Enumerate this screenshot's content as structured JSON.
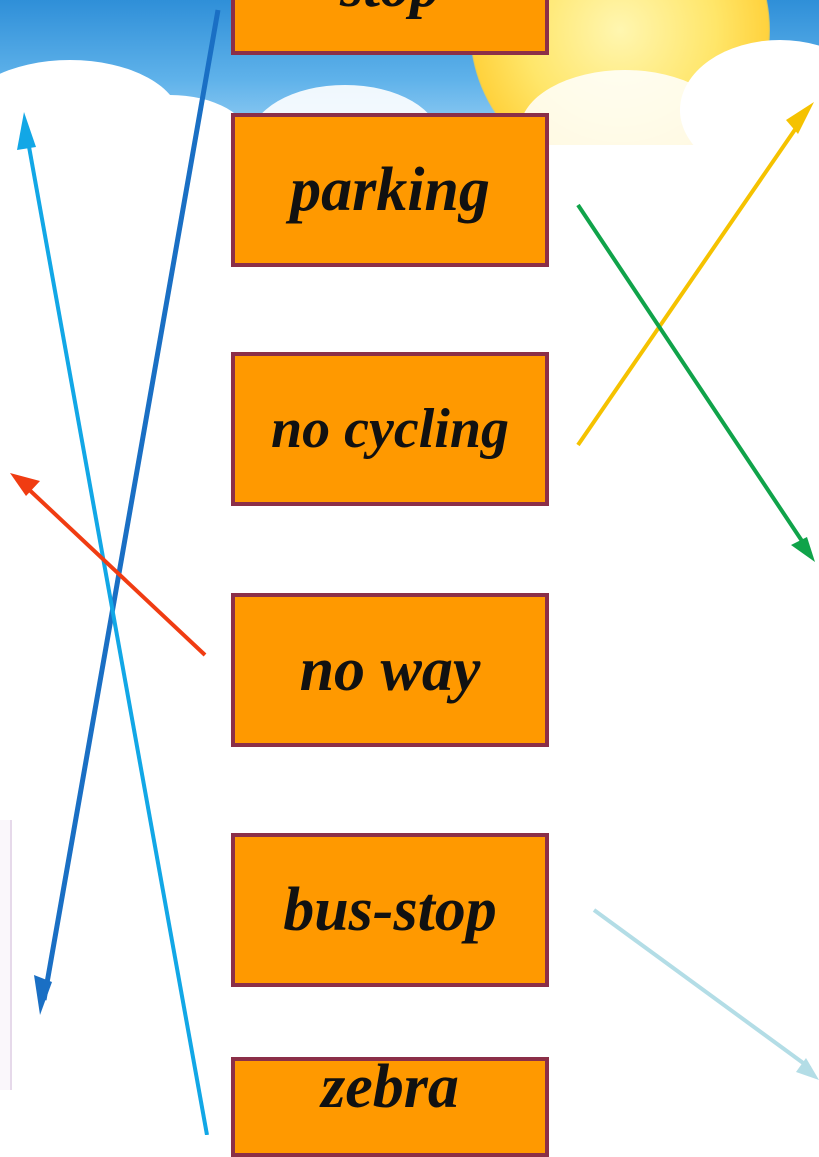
{
  "words": [
    "stop",
    "parking",
    "no cycling",
    "no way",
    "bus-stop",
    "zebra"
  ],
  "colors": {
    "box_fill": "#ff9900",
    "box_border": "#8b2f48",
    "arrow_dark_blue": "#1a6fc4",
    "arrow_light_blue": "#12a7e6",
    "arrow_red": "#f03c12",
    "arrow_yellow": "#f5c200",
    "arrow_green": "#10a34a",
    "arrow_pale_blue": "#b3dde6"
  }
}
